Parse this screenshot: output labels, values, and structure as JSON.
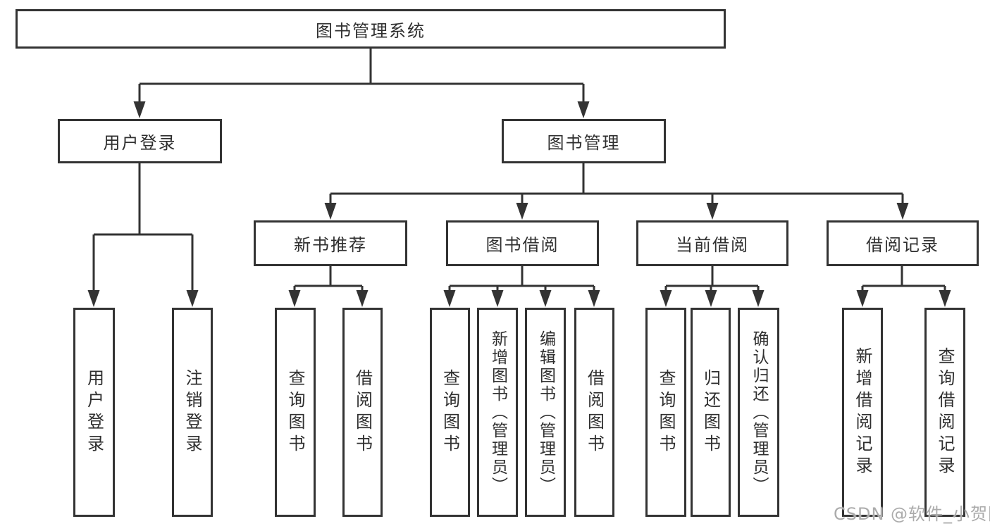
{
  "tree": {
    "root": "图书管理系统",
    "branches": [
      {
        "label": "用户登录",
        "children": [
          "用户登录",
          "注销登录"
        ]
      },
      {
        "label": "图书管理",
        "children": [
          {
            "label": "新书推荐",
            "children": [
              "查询图书",
              "借阅图书"
            ]
          },
          {
            "label": "图书借阅",
            "children": [
              "查询图书",
              "新增图书（管理员）",
              "编辑图书（管理员）",
              "借阅图书"
            ]
          },
          {
            "label": "当前借阅",
            "children": [
              "查询图书",
              "归还图书",
              "确认归还（管理员）"
            ]
          },
          {
            "label": "借阅记录",
            "children": [
              "新增借阅记录",
              "查询借阅记录"
            ]
          }
        ]
      }
    ]
  },
  "watermark": "CSDN @软件_小贺同学",
  "colors": {
    "line": "#333333",
    "text": "#2f2f2f",
    "watermark": "#ababab",
    "background": "#ffffff"
  }
}
